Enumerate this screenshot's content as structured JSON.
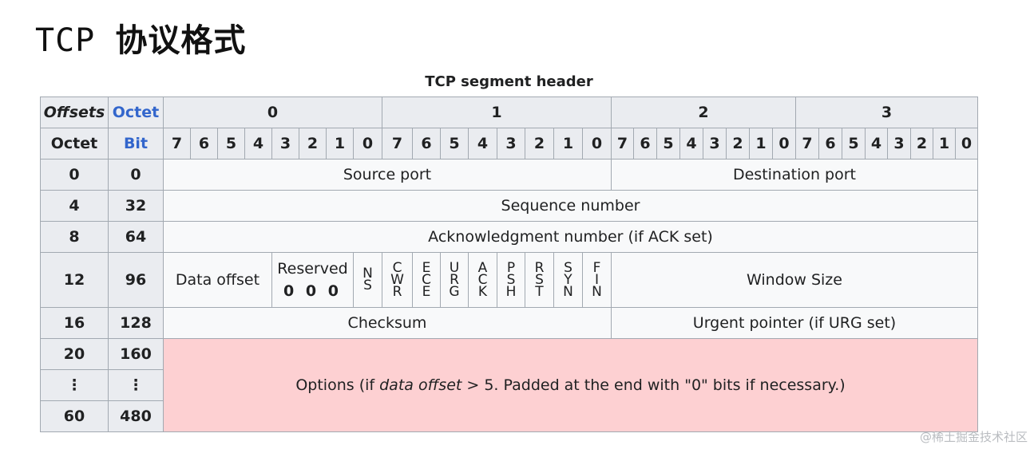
{
  "page": {
    "title_latin": "TCP ",
    "title_cjk": "协议格式",
    "watermark": "@稀土掘金技术社区"
  },
  "table": {
    "caption": "TCP segment header",
    "header": {
      "offsets": "Offsets",
      "octet_top": "Octet",
      "octet_left": "Octet",
      "bit_left": "Bit",
      "octets": [
        "0",
        "1",
        "2",
        "3"
      ],
      "bits": [
        "7",
        "6",
        "5",
        "4",
        "3",
        "2",
        "1",
        "0"
      ]
    },
    "rows": [
      {
        "octet": "0",
        "bit": "0"
      },
      {
        "octet": "4",
        "bit": "32"
      },
      {
        "octet": "8",
        "bit": "64"
      },
      {
        "octet": "12",
        "bit": "96"
      },
      {
        "octet": "16",
        "bit": "128"
      },
      {
        "octet": "20",
        "bit": "160"
      },
      {
        "octet": "⋮",
        "bit": "⋮"
      },
      {
        "octet": "60",
        "bit": "480"
      }
    ],
    "fields": {
      "source_port": "Source port",
      "destination_port": "Destination port",
      "sequence_number": "Sequence number",
      "ack_number": "Acknowledgment number (if ACK set)",
      "data_offset": "Data offset",
      "reserved": "Reserved",
      "reserved_bits": "0 0 0",
      "window_size": "Window Size",
      "checksum": "Checksum",
      "urgent_pointer": "Urgent pointer (if URG set)",
      "options_pre": "Options (if ",
      "options_em": "data offset",
      "options_post": " > 5. Padded at the end with \"0\" bits if necessary.)"
    },
    "flags": [
      [
        "N",
        "S"
      ],
      [
        "C",
        "W",
        "R"
      ],
      [
        "E",
        "C",
        "E"
      ],
      [
        "U",
        "R",
        "G"
      ],
      [
        "A",
        "C",
        "K"
      ],
      [
        "P",
        "S",
        "H"
      ],
      [
        "R",
        "S",
        "T"
      ],
      [
        "S",
        "Y",
        "N"
      ],
      [
        "F",
        "I",
        "N"
      ]
    ]
  },
  "colors": {
    "header_bg": "#eaecf0",
    "field_bg": "#f8f9fa",
    "options_bg": "#fdd0d2",
    "border": "#a2a9b1",
    "link_blue": "#3366cc"
  }
}
